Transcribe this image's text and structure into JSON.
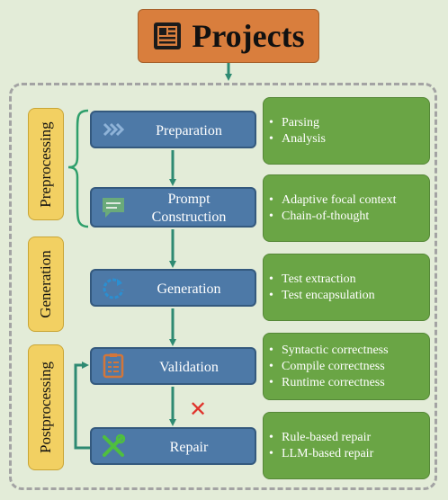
{
  "title": "Projects",
  "stages": [
    "Preprocessing",
    "Generation",
    "Postprocessing"
  ],
  "steps": {
    "preparation": "Preparation",
    "prompt_construction": "Prompt\nConstruction",
    "generation": "Generation",
    "validation": "Validation",
    "repair": "Repair"
  },
  "details": {
    "preparation": [
      "Parsing",
      "Analysis"
    ],
    "prompt_construction": [
      "Adaptive focal context",
      "Chain-of-thought"
    ],
    "generation": [
      "Test extraction",
      "Test encapsulation"
    ],
    "validation": [
      "Syntactic correctness",
      "Compile correctness",
      "Runtime correctness"
    ],
    "repair": [
      "Rule-based repair",
      "LLM-based repair"
    ]
  },
  "fail_mark": "✕",
  "colors": {
    "background": "#e3ecd8",
    "title_box": "#d97e3d",
    "stage": "#f2d062",
    "step": "#4d79a7",
    "detail": "#6aa545",
    "arrow": "#2e8a72",
    "fail": "#e0332b"
  },
  "icons": [
    "document-icon",
    "chevrons-icon",
    "chat-icon",
    "refresh-icon",
    "checklist-icon",
    "tools-icon"
  ]
}
